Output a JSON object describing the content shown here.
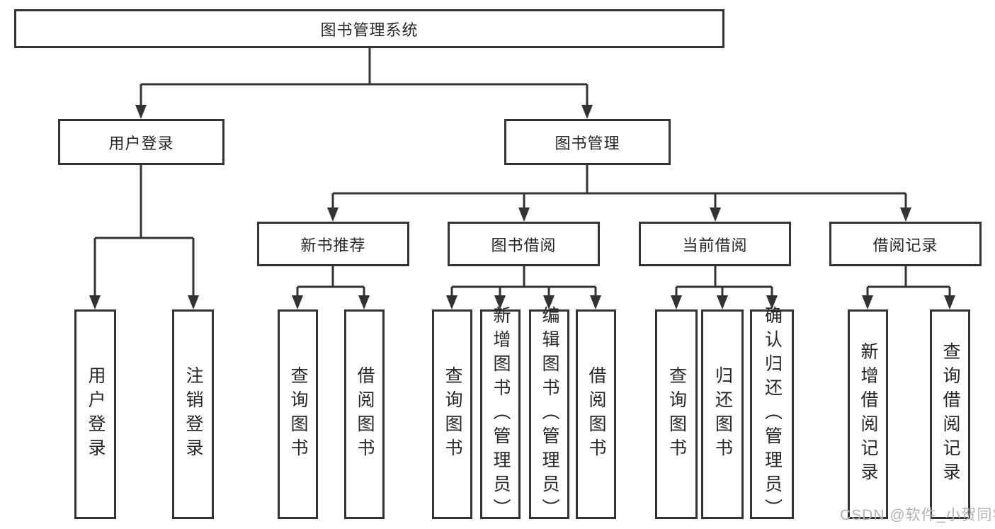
{
  "diagram_title": "图书管理系统",
  "colors": {
    "line": "#333333",
    "text": "#262626",
    "box_background": "#ffffff",
    "watermark": "#b2b2b2"
  },
  "nodes": {
    "root": {
      "label": "图书管理系统"
    },
    "user_login": {
      "label": "用户登录"
    },
    "book_management": {
      "label": "图书管理"
    },
    "new_book_recommend": {
      "label": "新书推荐"
    },
    "book_borrowing": {
      "label": "图书借阅"
    },
    "current_borrowing": {
      "label": "当前借阅"
    },
    "borrowing_records": {
      "label": "借阅记录"
    },
    "leaf_user_login": {
      "label": "用户登录"
    },
    "leaf_logout": {
      "label": "注销登录"
    },
    "leaf_nbr_query": {
      "label": "查询图书"
    },
    "leaf_nbr_borrow": {
      "label": "借阅图书"
    },
    "leaf_bb_query": {
      "label": "查询图书"
    },
    "leaf_bb_add": {
      "label": "新增图书（管理员）"
    },
    "leaf_bb_edit": {
      "label": "编辑图书（管理员）"
    },
    "leaf_bb_borrow": {
      "label": "借阅图书"
    },
    "leaf_cb_query": {
      "label": "查询图书"
    },
    "leaf_cb_return": {
      "label": "归还图书"
    },
    "leaf_cb_confirm": {
      "label": "确认归还（管理员）"
    },
    "leaf_br_add": {
      "label": "新增借阅记录"
    },
    "leaf_br_query": {
      "label": "查询借阅记录"
    }
  },
  "watermark": {
    "text": "CSDN @软件_小贺同学"
  }
}
